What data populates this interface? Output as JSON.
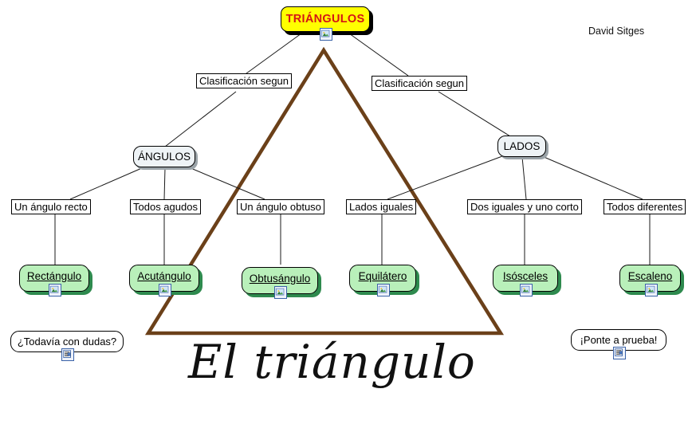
{
  "document": {
    "title": "El triángulo",
    "author": "David Sitges",
    "script_title": "El triángulo"
  },
  "colors": {
    "root_fill": "#ffff00",
    "root_text": "#d41515",
    "mid_fill": "#eef3f6",
    "leaf_fill": "#b9f0ba",
    "leaf_shadow": "#2e8a4e",
    "triangle_stroke": "#6b4019",
    "connector": "#1a1a1a",
    "page_background": "#ffffff"
  },
  "root": {
    "label": "TRIÁNGULOS",
    "icon": "image-icon"
  },
  "link_labels": {
    "left": "Clasificación segun",
    "right": "Clasificación segun"
  },
  "branches": [
    {
      "id": "angulos",
      "label": "ÁNGULOS",
      "conditions": [
        {
          "label": "Un ángulo recto",
          "leaf": "Rectángulo",
          "icon": "image-icon"
        },
        {
          "label": "Todos agudos",
          "leaf": "Acutángulo",
          "icon": "image-icon"
        },
        {
          "label": "Un ángulo obtuso",
          "leaf": "Obtusángulo",
          "icon": "image-icon"
        }
      ]
    },
    {
      "id": "lados",
      "label": "LADOS",
      "conditions": [
        {
          "label": "Lados iguales",
          "leaf": "Equilátero",
          "icon": "image-icon"
        },
        {
          "label": "Dos iguales y uno corto",
          "leaf": "Isósceles",
          "icon": "image-icon"
        },
        {
          "label": "Todos diferentes",
          "leaf": "Escaleno",
          "icon": "image-icon"
        }
      ]
    }
  ],
  "extras": [
    {
      "id": "dudas",
      "label": "¿Todavía con dudas?",
      "icon": "note-icon"
    },
    {
      "id": "prueba",
      "label": "¡Ponte a prueba!",
      "icon": "note-icon"
    }
  ]
}
